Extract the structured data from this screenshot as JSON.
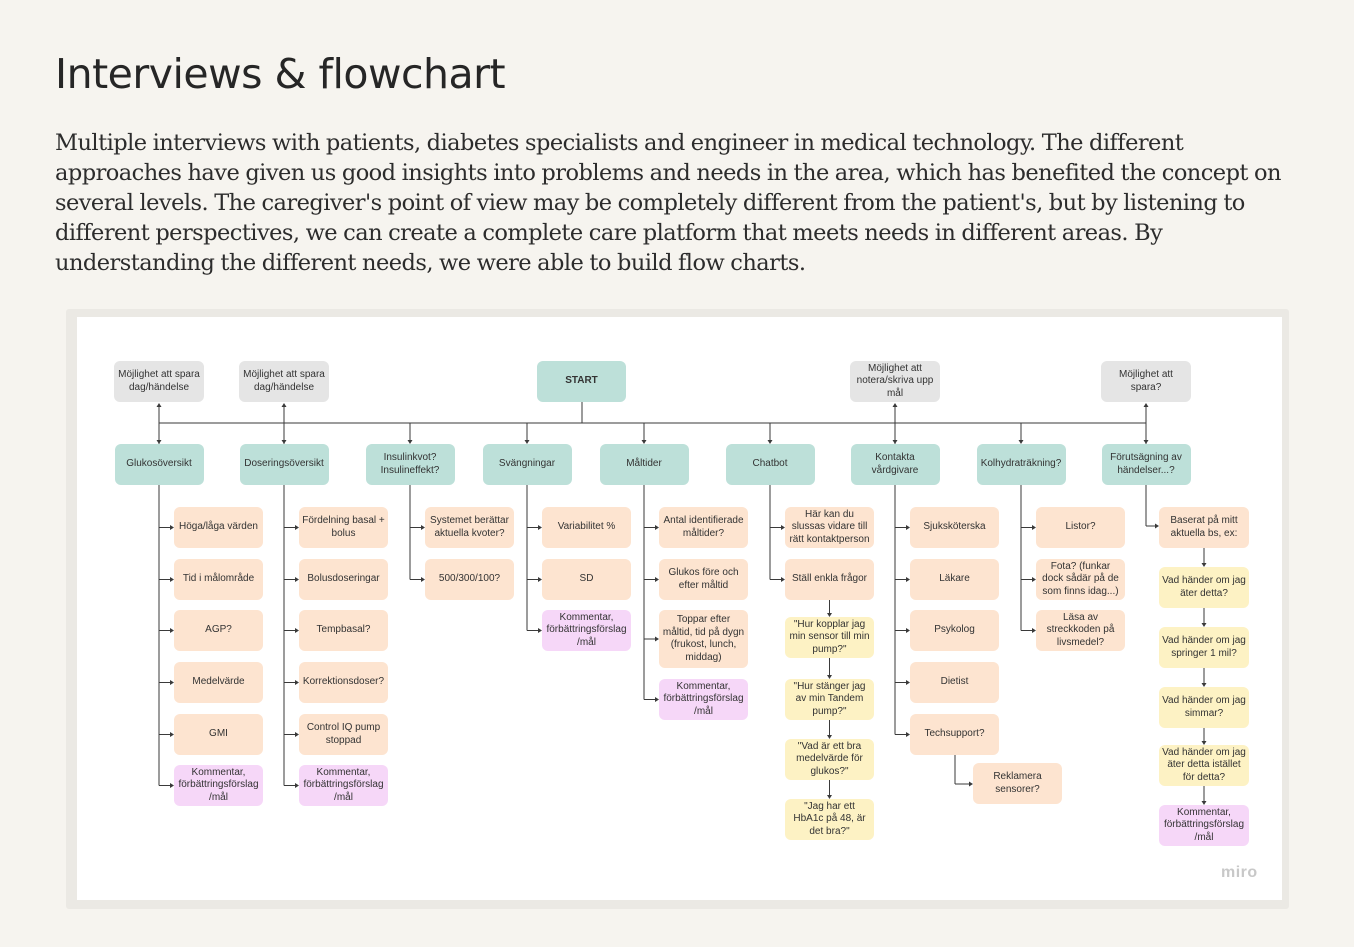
{
  "page": {
    "title": "Interviews & flowchart",
    "intro": "Multiple interviews with patients, diabetes specialists and engineer in medical technology. The different approaches have given us good insights into problems and needs in the area, which has benefited the concept on several levels. The caregiver's point of view may be completely different from the patient's, but by listening to different perspectives, we can create a complete care platform that meets needs in different areas. By understanding the different needs, we were able to build flow charts."
  },
  "colors": {
    "teal": "#bde0d9",
    "grey": "#e5e5e5",
    "peach": "#fde4d0",
    "pink": "#f6d7f8",
    "yellow": "#fdf2c4",
    "connector": "#3a3a3a"
  },
  "flowchart": {
    "start": "START",
    "top_notes": [
      "Möjlighet att spara dag/händelse",
      "Möjlighet att spara dag/händelse",
      "Möjlighet att notera/skriva upp mål",
      "Möjlighet att spara?"
    ],
    "categories": [
      {
        "label": "Glukosöversikt",
        "items": [
          {
            "text": "Höga/låga värden",
            "kind": "peach"
          },
          {
            "text": "Tid i målområde",
            "kind": "peach"
          },
          {
            "text": "AGP?",
            "kind": "peach"
          },
          {
            "text": "Medelvärde",
            "kind": "peach"
          },
          {
            "text": "GMI",
            "kind": "peach"
          },
          {
            "text": "Kommentar, förbättringsförslag /mål",
            "kind": "pink"
          }
        ]
      },
      {
        "label": "Doseringsöversikt",
        "items": [
          {
            "text": "Fördelning basal + bolus",
            "kind": "peach"
          },
          {
            "text": "Bolusdoseringar",
            "kind": "peach"
          },
          {
            "text": "Tempbasal?",
            "kind": "peach"
          },
          {
            "text": "Korrektionsdoser?",
            "kind": "peach"
          },
          {
            "text": "Control IQ pump stoppad",
            "kind": "peach"
          },
          {
            "text": "Kommentar, förbättringsförslag /mål",
            "kind": "pink"
          }
        ]
      },
      {
        "label": "Insulinkvot? Insulineffekt?",
        "items": [
          {
            "text": "Systemet berättar aktuella kvoter?",
            "kind": "peach"
          },
          {
            "text": "500/300/100?",
            "kind": "peach"
          }
        ]
      },
      {
        "label": "Svängningar",
        "items": [
          {
            "text": "Variabilitet %",
            "kind": "peach"
          },
          {
            "text": "SD",
            "kind": "peach"
          },
          {
            "text": "Kommentar, förbättringsförslag /mål",
            "kind": "pink"
          }
        ]
      },
      {
        "label": "Måltider",
        "items": [
          {
            "text": "Antal identifierade måltider?",
            "kind": "peach"
          },
          {
            "text": "Glukos före och efter måltid",
            "kind": "peach"
          },
          {
            "text": "Toppar efter måltid, tid på dygn (frukost, lunch, middag)",
            "kind": "peach"
          },
          {
            "text": "Kommentar, förbättringsförslag /mål",
            "kind": "pink"
          }
        ]
      },
      {
        "label": "Chatbot",
        "items": [
          {
            "text": "Här kan du slussas vidare till rätt kontaktperson",
            "kind": "peach"
          },
          {
            "text": "Ställ enkla frågor",
            "kind": "peach"
          }
        ],
        "questions": [
          "\"Hur kopplar jag min sensor till min pump?\"",
          "\"Hur stänger jag av min Tandem pump?\"",
          "\"Vad är ett bra medelvärde för glukos?\"",
          "\"Jag har ett HbA1c på 48, är det bra?\""
        ]
      },
      {
        "label": "Kontakta vårdgivare",
        "items": [
          {
            "text": "Sjuksköterska",
            "kind": "peach"
          },
          {
            "text": "Läkare",
            "kind": "peach"
          },
          {
            "text": "Psykolog",
            "kind": "peach"
          },
          {
            "text": "Dietist",
            "kind": "peach"
          },
          {
            "text": "Techsupport?",
            "kind": "peach"
          }
        ],
        "sub": "Reklamera sensorer?"
      },
      {
        "label": "Kolhydraträkning?",
        "items": [
          {
            "text": "Listor?",
            "kind": "peach"
          },
          {
            "text": "Fota? (funkar dock sådär på de som finns idag...)",
            "kind": "peach"
          },
          {
            "text": "Läsa av streckkoden på livsmedel?",
            "kind": "peach"
          }
        ]
      },
      {
        "label": "Förutsägning av händelser...?",
        "items": [
          {
            "text": "Baserat på mitt aktuella bs, ex:",
            "kind": "peach"
          }
        ],
        "questions": [
          "Vad händer om jag äter detta?",
          "Vad händer om jag springer 1 mil?",
          "Vad händer om jag simmar?",
          "Vad händer om jag äter detta istället för detta?"
        ],
        "final": "Kommentar, förbättringsförslag /mål"
      }
    ],
    "watermark": "miro"
  }
}
